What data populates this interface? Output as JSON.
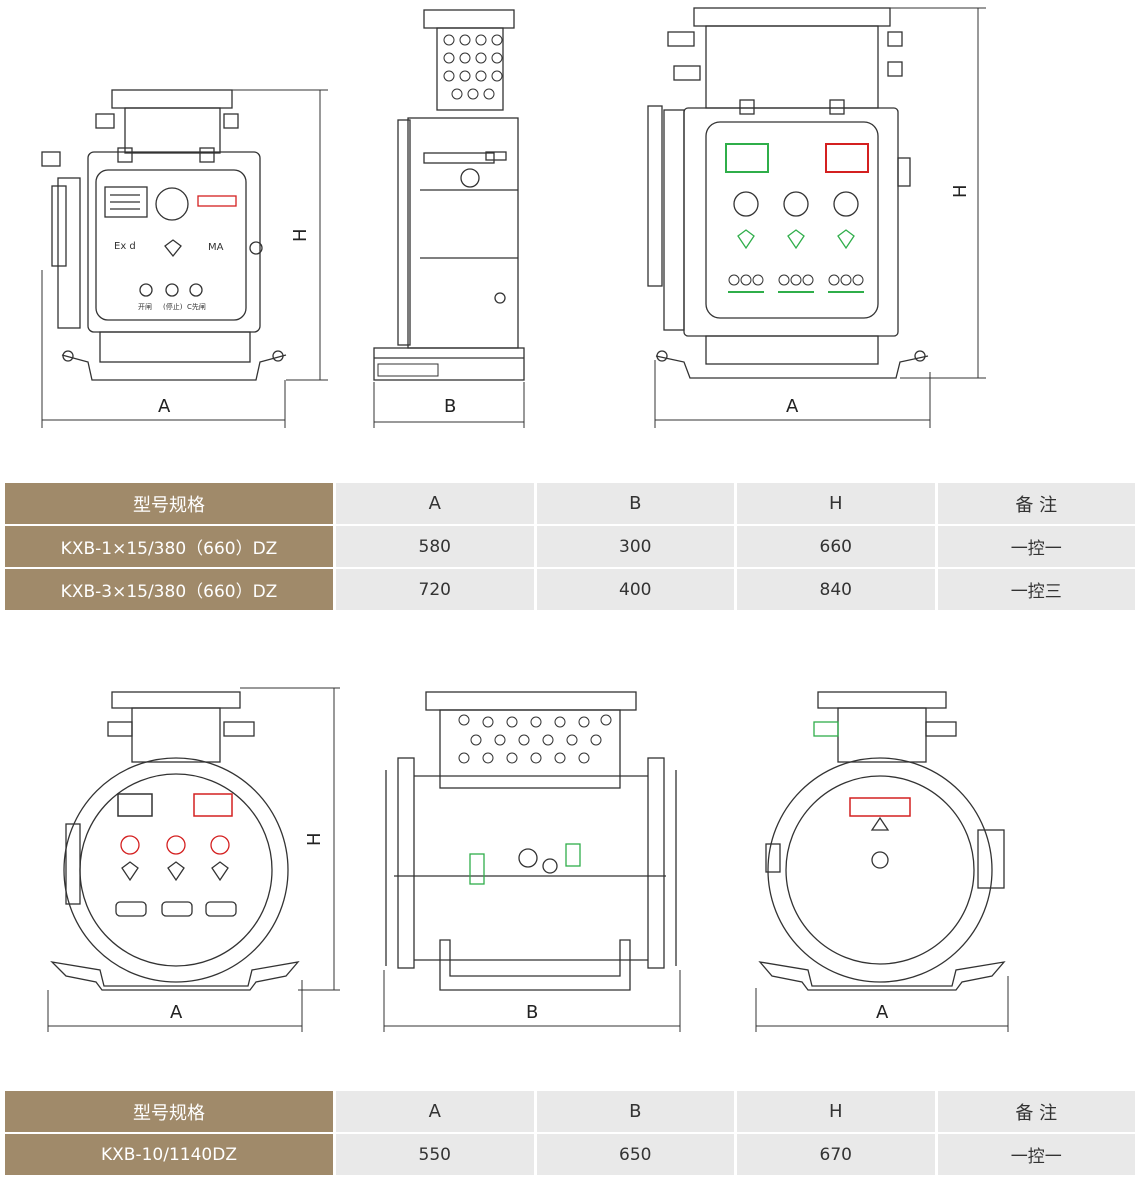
{
  "drawings_top": {
    "dim_labels": {
      "front_width": "A",
      "side_depth": "B",
      "right_width": "A",
      "height_left": "H",
      "height_right": "H"
    },
    "panel_marks": {
      "exd": "Ex d",
      "ma": "MA",
      "btn1": "开闸",
      "btn2": "(停止)",
      "btn3": "C先闸"
    }
  },
  "table_top": {
    "headers": [
      "型号规格",
      "A",
      "B",
      "H",
      "备 注"
    ],
    "rows": [
      [
        "KXB-1×15/380（660）DZ",
        "580",
        "300",
        "660",
        "一控一"
      ],
      [
        "KXB-3×15/380（660）DZ",
        "720",
        "400",
        "840",
        "一控三"
      ]
    ]
  },
  "drawings_bottom": {
    "dim_labels": {
      "front_width": "A",
      "height": "H",
      "side_depth": "B",
      "back_width": "A"
    }
  },
  "table_bottom": {
    "headers": [
      "型号规格",
      "A",
      "B",
      "H",
      "备 注"
    ],
    "rows": [
      [
        "KXB-10/1140DZ",
        "550",
        "650",
        "670",
        "一控一"
      ]
    ]
  },
  "colors": {
    "header_bg": "#a08a6a",
    "cell_bg": "#e9e9e9",
    "line": "#333333",
    "accent_red": "#d42020",
    "accent_green": "#2fae4a"
  }
}
